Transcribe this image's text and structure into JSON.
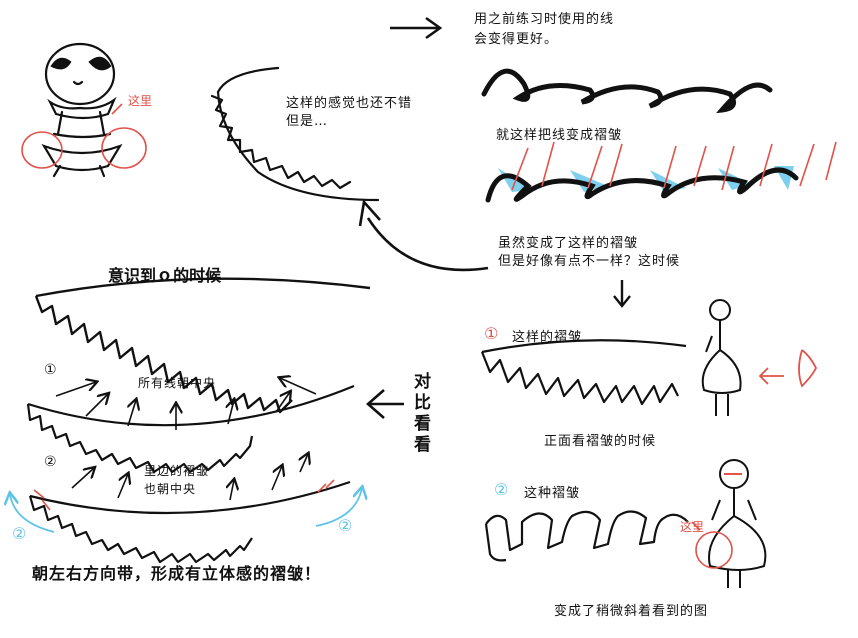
{
  "colors": {
    "ink": "#111111",
    "red": "#e0524a",
    "blue": "#7fd0ee",
    "cyan": "#5fc3e8"
  },
  "left_top": {
    "here_label": "这里"
  },
  "arrow_note": {
    "line1": "这样的感觉也还不错",
    "line2": "但是…"
  },
  "right_top": {
    "line1": "用之前练习时使用的线",
    "line2": "会变得更好。",
    "caption2": "就这样把线变成褶皱",
    "note1": "虽然变成了这样的褶皱",
    "note2": "但是好像有点不一样？这时候"
  },
  "example1": {
    "num": "①",
    "label": "这样的褶皱",
    "caption": "正面看褶皱的时候"
  },
  "example2": {
    "num": "②",
    "label": "这种褶皱",
    "here_label": "这里",
    "caption": "变成了稍微斜着看到的图"
  },
  "left_middle": {
    "title": "意识到",
    "title_symbol": "Ω",
    "title_suffix": "的时候",
    "num1": "①",
    "label1": "所有线朝中央",
    "num2": "②",
    "label2a": "里边的褶皱",
    "label2b": "也朝中央",
    "compare": [
      "对",
      "比",
      "看",
      "看"
    ],
    "side_num": "②",
    "conclusion": "朝左右方向带，形成有立体感的褶皱！"
  }
}
